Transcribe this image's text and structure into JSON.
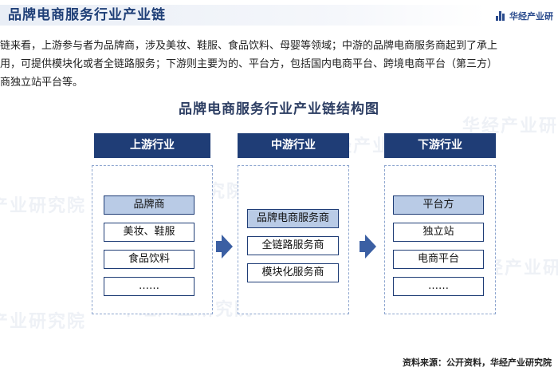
{
  "header": {
    "title": "品牌电商服务行业产业链",
    "brand": "华经产业研"
  },
  "intro": {
    "lines": [
      "链来看，上游参与者为品牌商，涉及美妆、鞋服、食品饮料、母婴等领域；中游的品牌电商服务商起到了承上",
      "用，可提供模块化或者全链路服务；下游则主要为的、平台方，包括国内电商平台、跨境电商平台（第三方）",
      "商独立站平台等。"
    ]
  },
  "diagram": {
    "title": "品牌电商服务行业产业链结构图",
    "columns": [
      {
        "header": "上游行业",
        "items": [
          "品牌商",
          "美妆、鞋服",
          "食品饮料",
          "……"
        ]
      },
      {
        "header": "中游行业",
        "items": [
          "品牌电商服务商",
          "全链路服务商",
          "模块化服务商"
        ]
      },
      {
        "header": "下游行业",
        "items": [
          "平台方",
          "独立站",
          "电商平台",
          "……"
        ]
      }
    ]
  },
  "watermark": {
    "text": "华经产业研究院"
  },
  "footer": {
    "source": "资料来源：公开资料，华经产业研究院"
  }
}
